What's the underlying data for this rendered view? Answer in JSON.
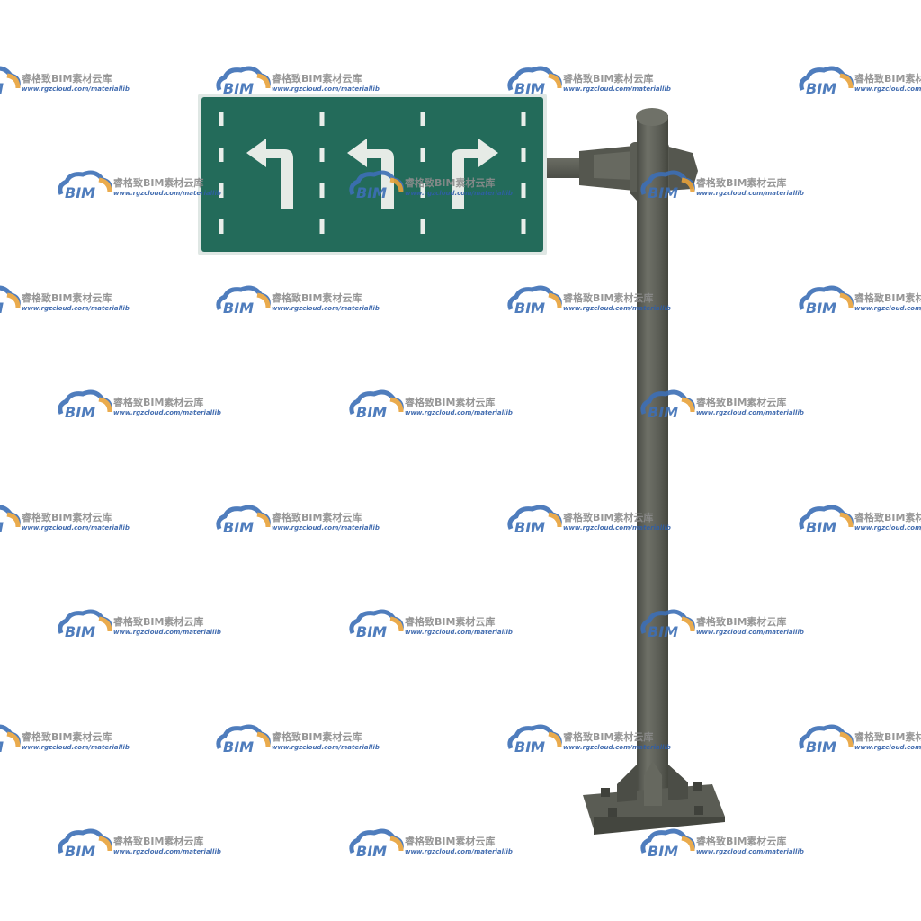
{
  "sign": {
    "background_color": "#236b5a",
    "border_color": "#e8efec",
    "arrows": [
      {
        "direction": "left-turn"
      },
      {
        "direction": "left-turn"
      },
      {
        "direction": "right-turn"
      }
    ]
  },
  "pole": {
    "color": "#5e6057",
    "base_color": "#5a5c54"
  },
  "watermark": {
    "logo_text": "BIM",
    "brand": "睿格致BIM素材云库",
    "url": "www.rgzcloud.com/materiallib",
    "logo_color": "#3d6fb6",
    "accent_color": "#e8a23a"
  }
}
